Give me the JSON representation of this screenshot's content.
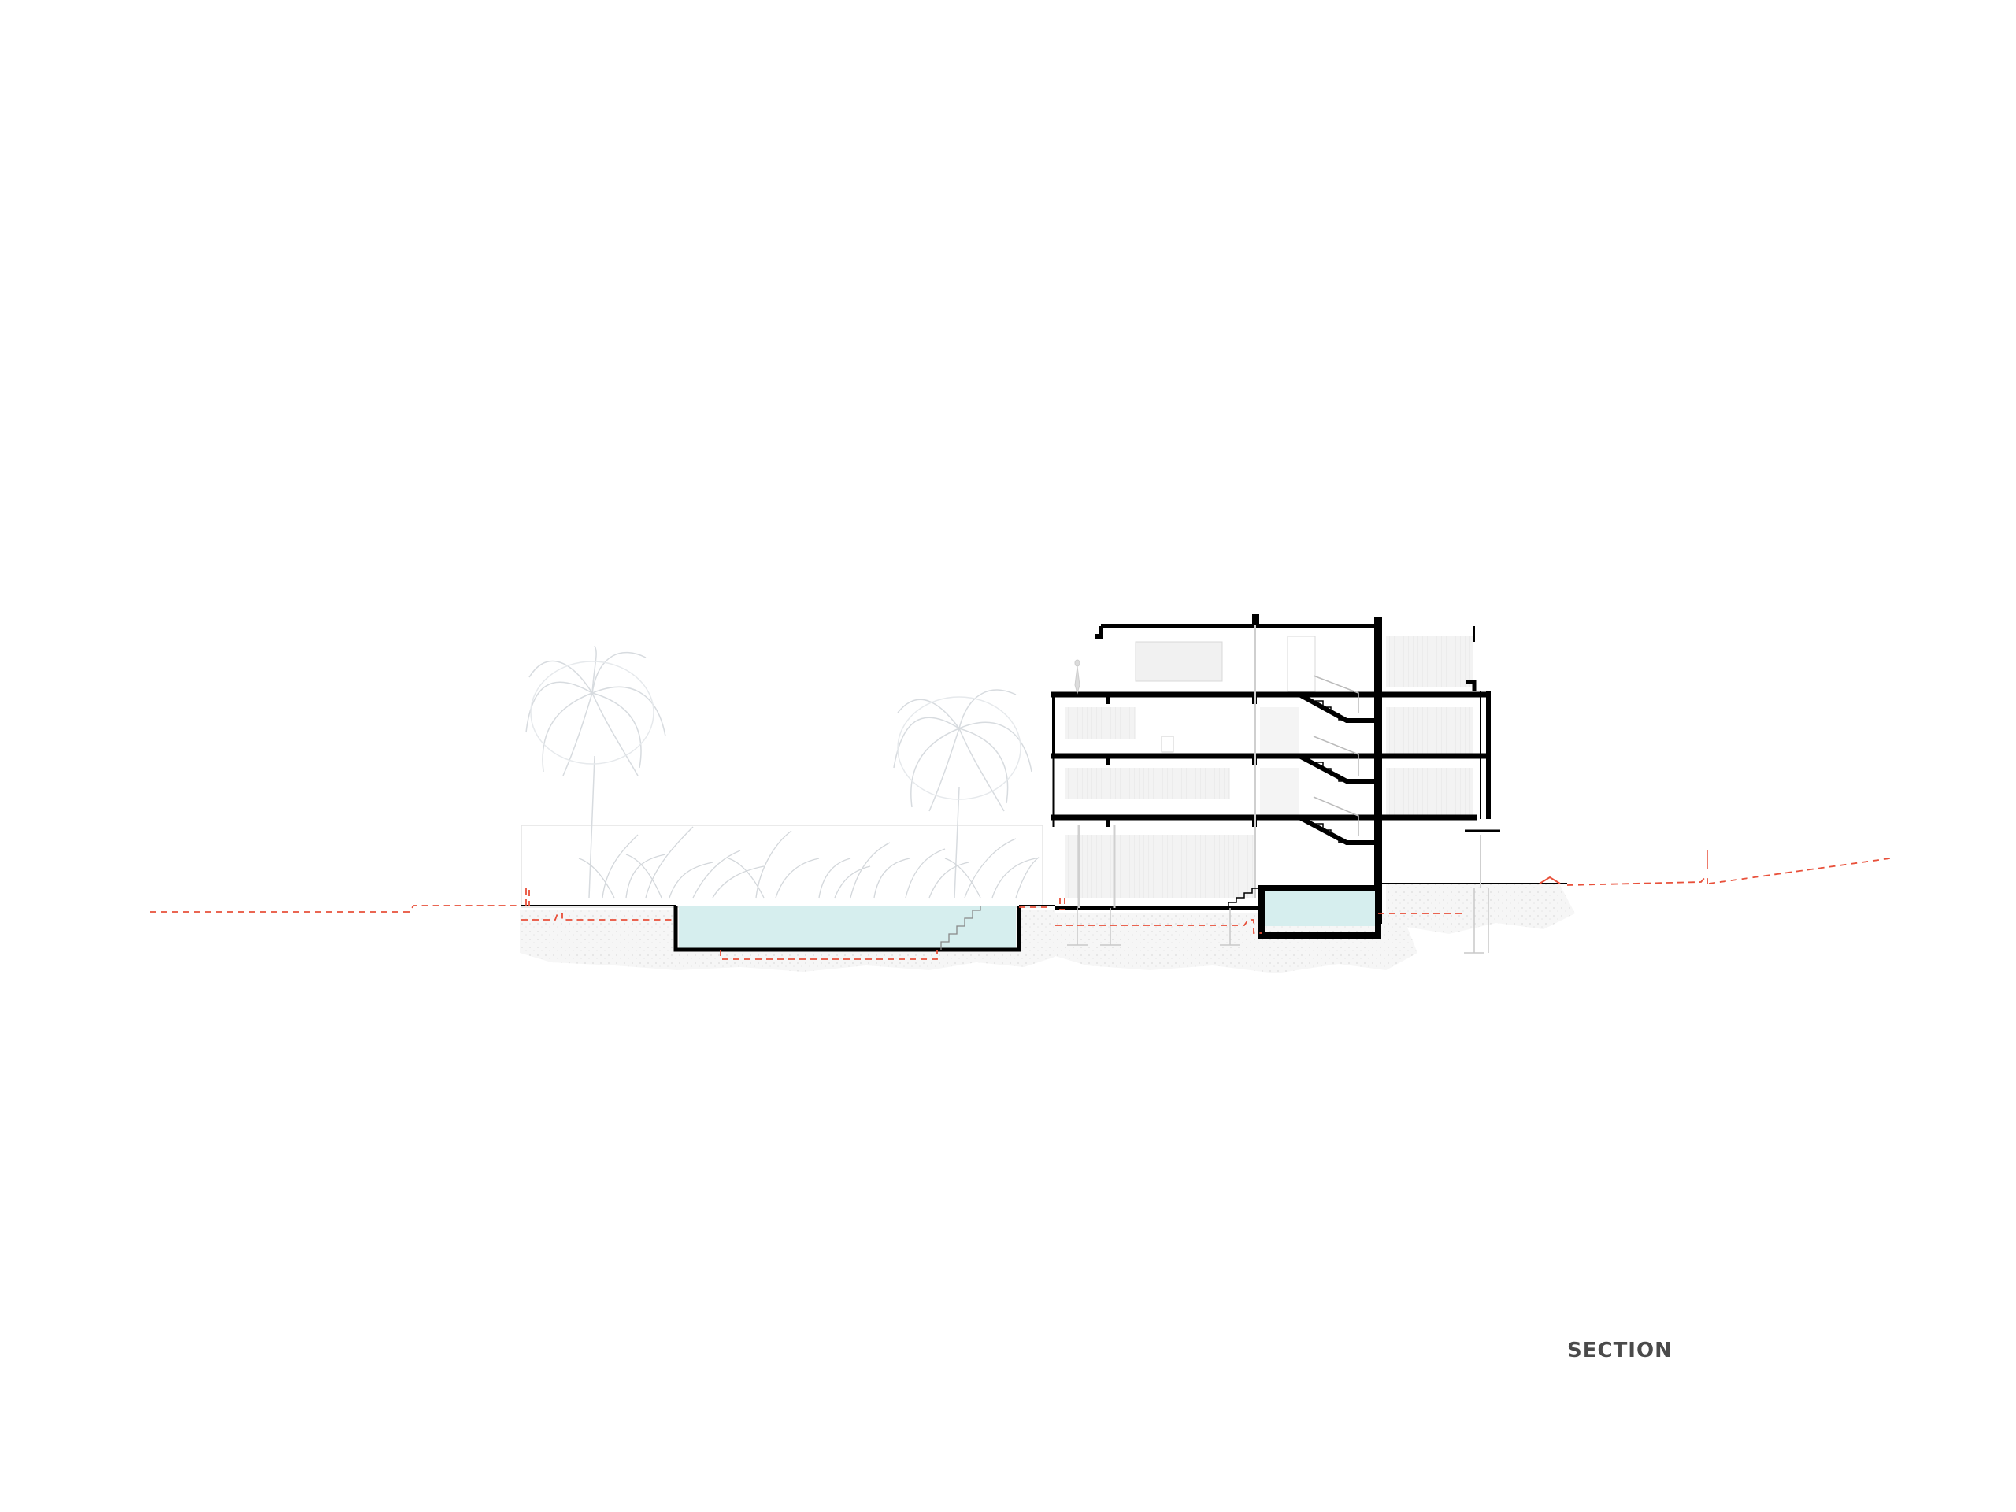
{
  "caption": "SECTION",
  "colors": {
    "structure": "#000000",
    "ground_line": "#e8503a",
    "water": "#d6eeee",
    "vegetation": "#c9ced3",
    "hatch": "#efefef",
    "caption_text": "#4a4a4a"
  },
  "elements": {
    "building": "four-storey-building-section",
    "pool_left": "garden-swimming-pool",
    "pool_right": "basement-plunge-pool",
    "stairs": "switchback-staircase",
    "palms": "palm-tree-silhouettes",
    "ground": "existing-ground-profile-dashed"
  }
}
